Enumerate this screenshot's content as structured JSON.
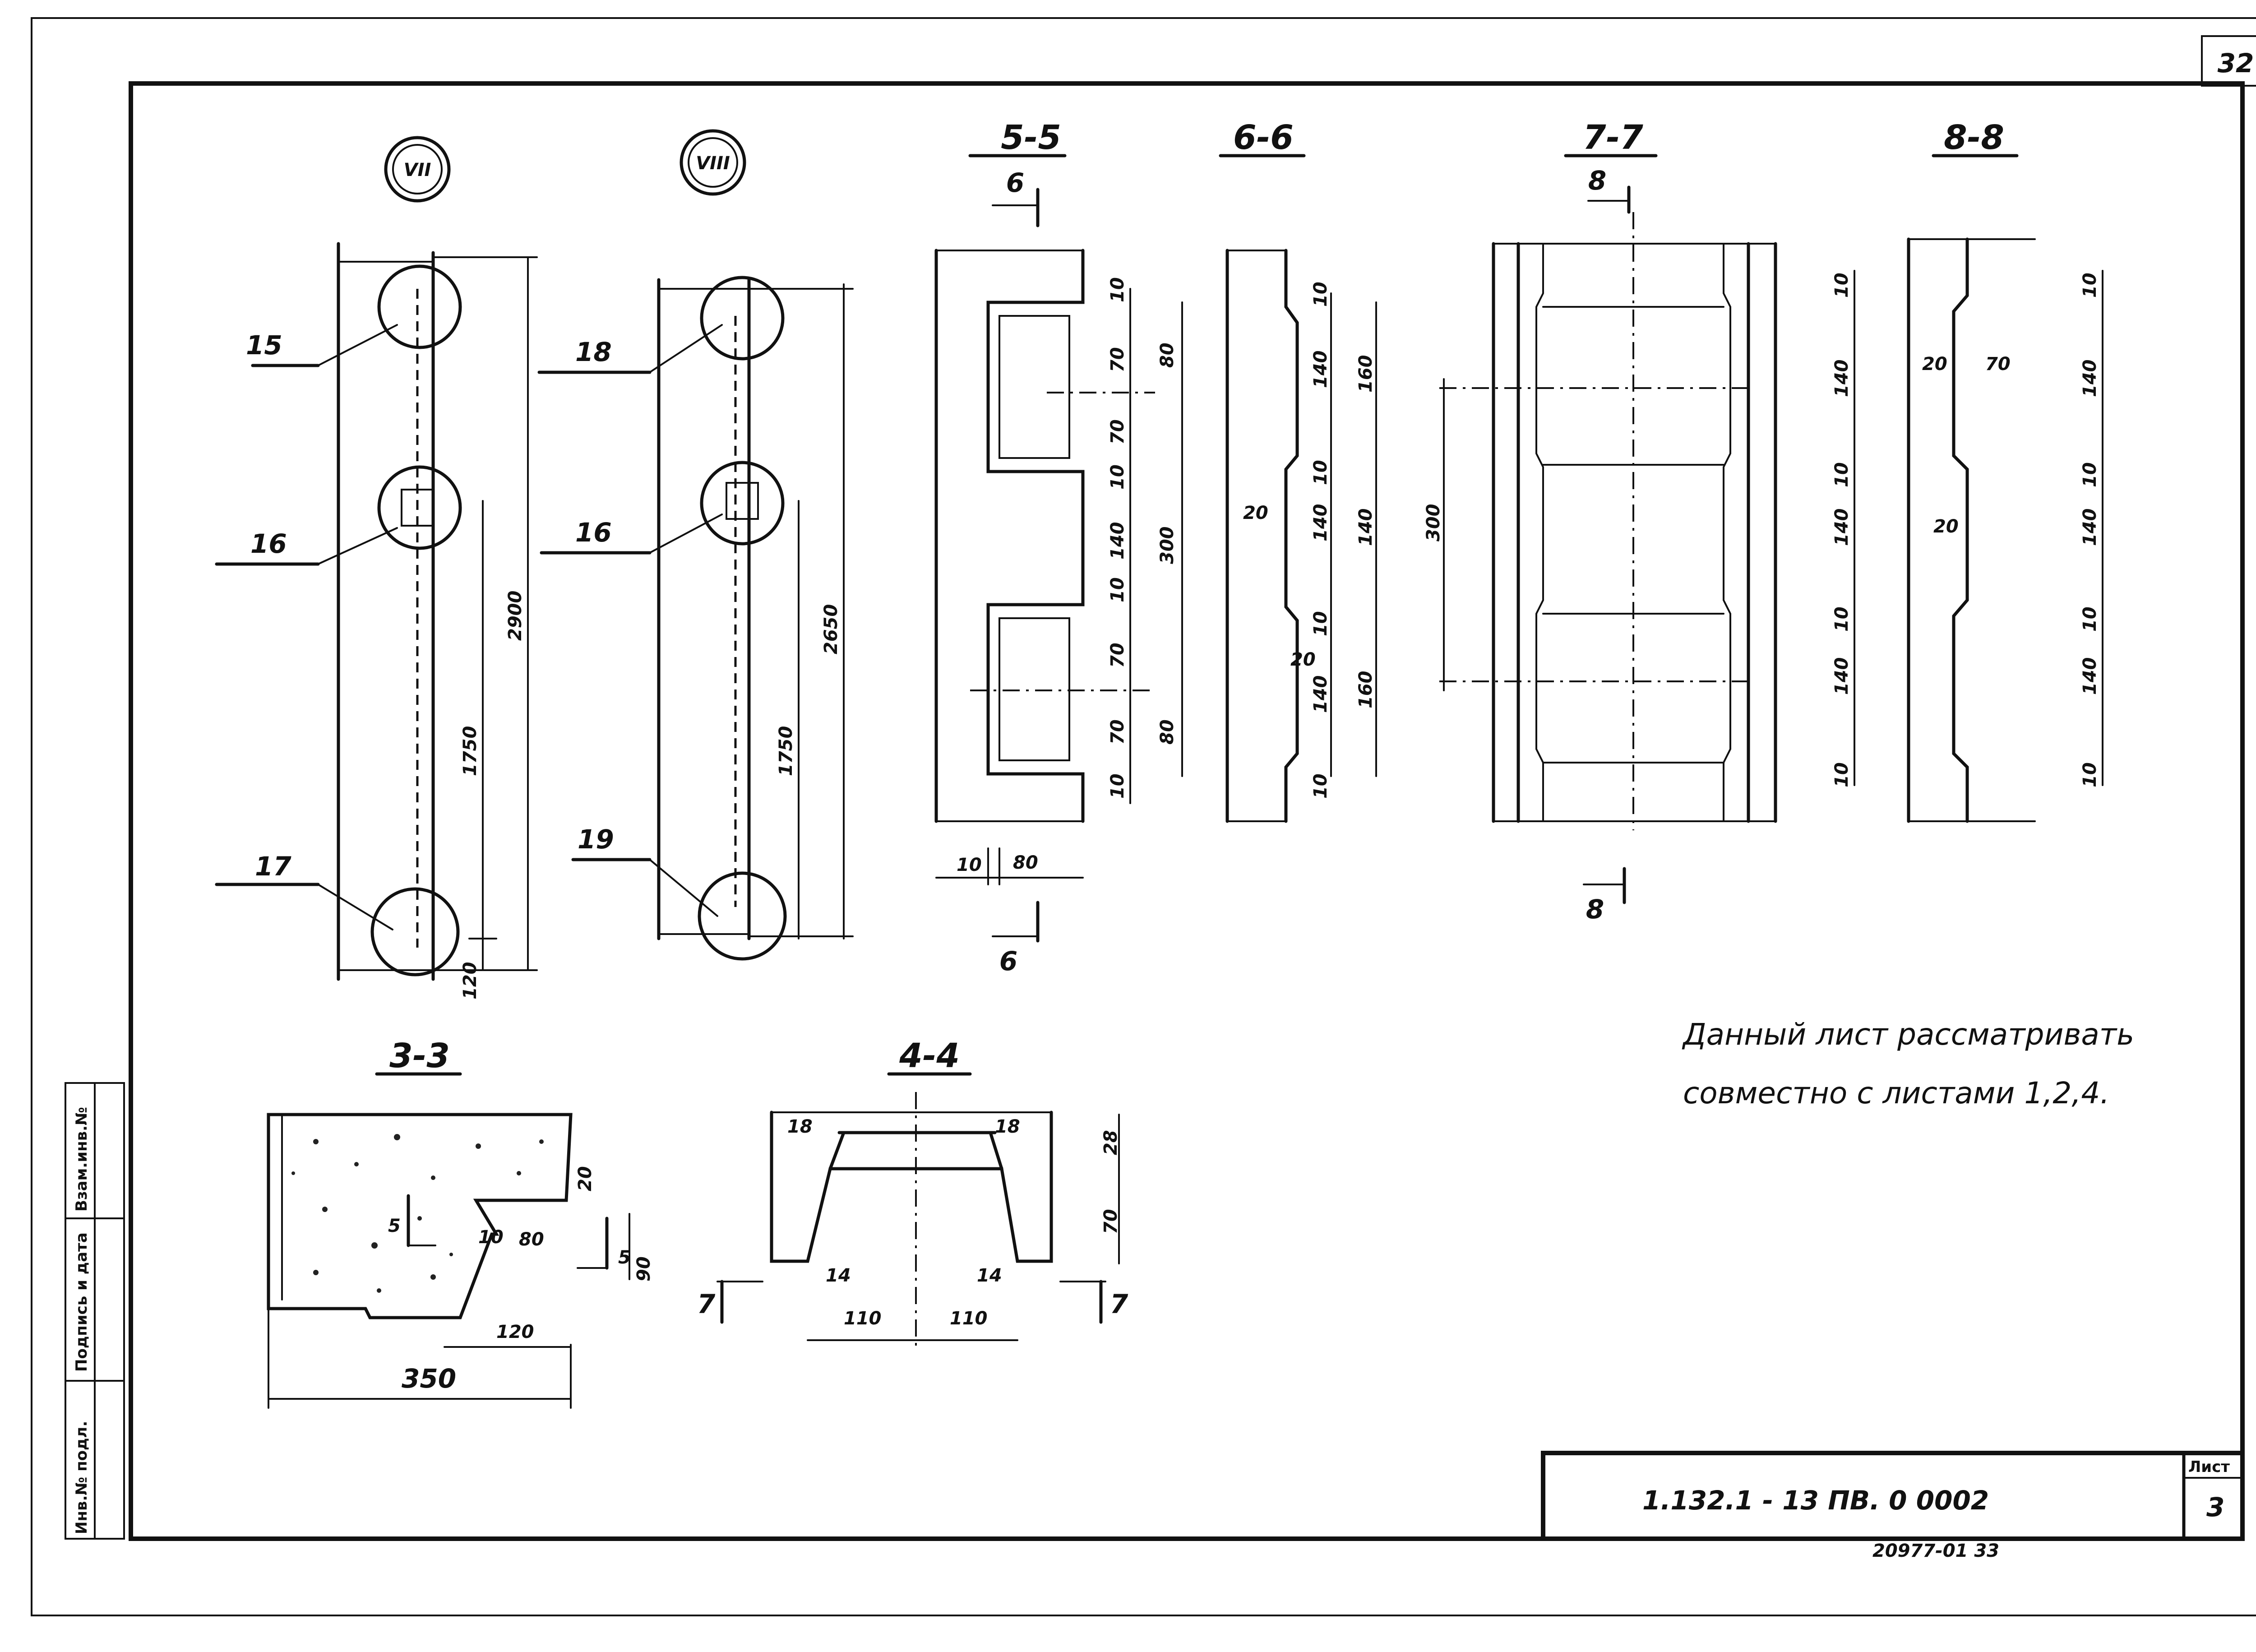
{
  "sheet_number_top": "32",
  "node_marks": [
    "VII",
    "VIII"
  ],
  "section_titles": {
    "s55": "5-5",
    "s66": "6-6",
    "s77": "7-7",
    "s88": "8-8",
    "s33": "3-3",
    "s44": "4-4"
  },
  "cut_marks": {
    "c6": "6",
    "c8": "8",
    "c7": "7",
    "c5": "5"
  },
  "positions": {
    "p15": "15",
    "p16": "16",
    "p17": "17",
    "p18": "18",
    "p16b": "16",
    "p19": "19"
  },
  "dimensions": {
    "vii": [
      "2900",
      "1750",
      "120"
    ],
    "viii": [
      "2650",
      "1750"
    ],
    "s55_right": [
      "10",
      "70",
      "80",
      "70",
      "10",
      "140",
      "300",
      "10",
      "70",
      "70",
      "80",
      "10"
    ],
    "s55_bottom": [
      "10",
      "80"
    ],
    "s66": [
      "10",
      "140",
      "160",
      "10",
      "140",
      "140",
      "20",
      "10",
      "140",
      "160",
      "10",
      "20"
    ],
    "s77": [
      "300",
      "10",
      "140",
      "10",
      "140",
      "10",
      "140",
      "10"
    ],
    "s88": [
      "10",
      "140",
      "70",
      "20",
      "10",
      "140",
      "20",
      "10",
      "140",
      "10"
    ],
    "s33": [
      "20",
      "10",
      "80",
      "90",
      "120",
      "350"
    ],
    "s44": [
      "18",
      "18",
      "28",
      "70",
      "14",
      "14",
      "110",
      "110"
    ]
  },
  "note": {
    "line1": "Данный лист рассматривать",
    "line2": "совместно с листами 1,2,4."
  },
  "title_block": {
    "designation": "1.132.1 - 13 ПВ. 0 0002",
    "sheet_label": "Лист",
    "sheet_value": "3"
  },
  "side_stamp": [
    "Инв.№ подл.",
    "Подпись и дата",
    "Взам.инв.№"
  ],
  "archive_number": "20977-01    33"
}
